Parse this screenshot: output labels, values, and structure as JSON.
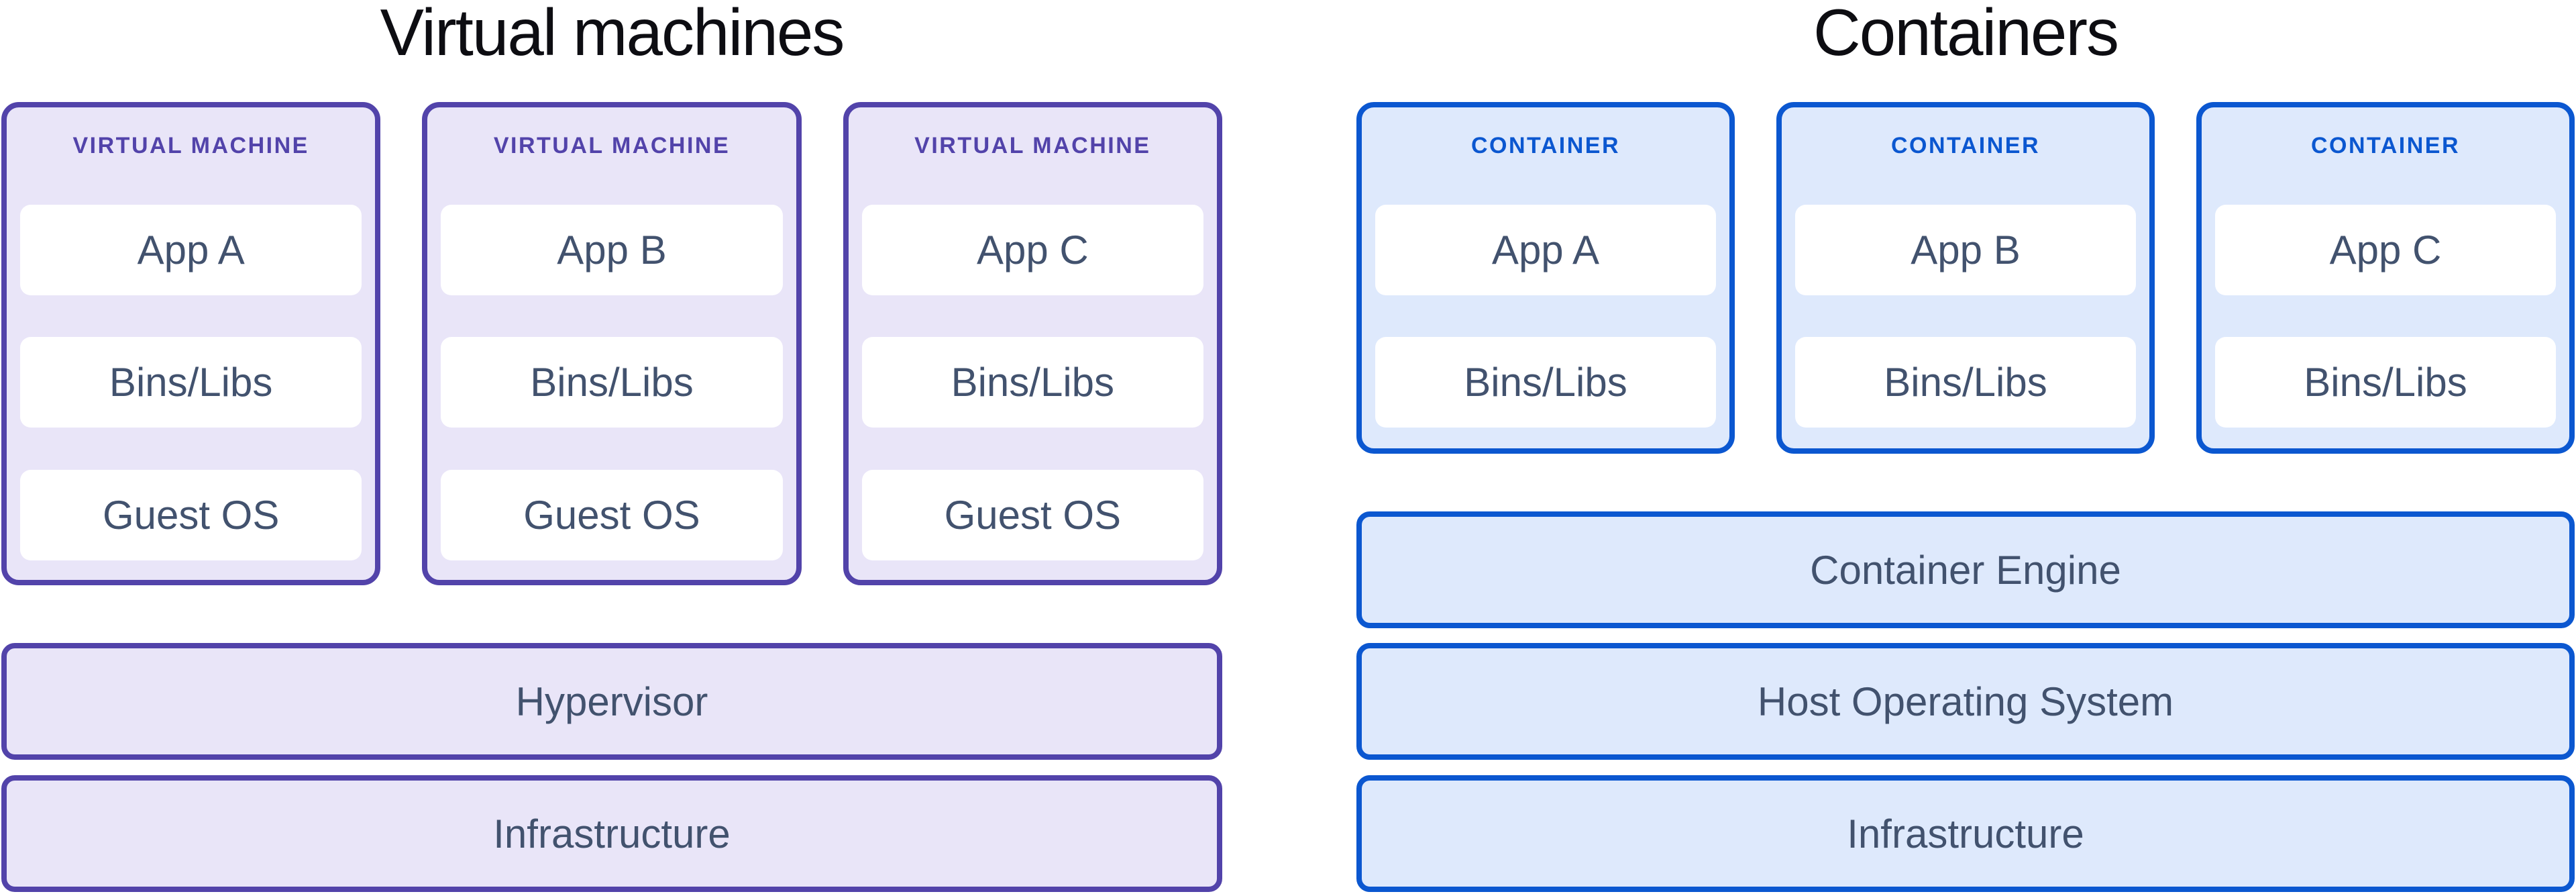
{
  "colors": {
    "purple_border": "#5243AA",
    "purple_fill": "#E9E5F8",
    "purple_text": "#5243AA",
    "blue_border": "#0B57D0",
    "blue_fill": "#DEE9FC",
    "blue_text": "#0B57D0",
    "layer_text": "#42526E",
    "title_text": "#0D0D12",
    "box_white": "#FFFFFF",
    "page_bg": "#FFFFFF"
  },
  "virtual_machines": {
    "title": "Virtual machines",
    "cards": [
      {
        "header": "VIRTUAL MACHINE",
        "layers": [
          "App A",
          "Bins/Libs",
          "Guest OS"
        ]
      },
      {
        "header": "VIRTUAL MACHINE",
        "layers": [
          "App B",
          "Bins/Libs",
          "Guest OS"
        ]
      },
      {
        "header": "VIRTUAL MACHINE",
        "layers": [
          "App C",
          "Bins/Libs",
          "Guest OS"
        ]
      }
    ],
    "bars": [
      "Hypervisor",
      "Infrastructure"
    ]
  },
  "containers": {
    "title": "Containers",
    "cards": [
      {
        "header": "CONTAINER",
        "layers": [
          "App A",
          "Bins/Libs"
        ]
      },
      {
        "header": "CONTAINER",
        "layers": [
          "App B",
          "Bins/Libs"
        ]
      },
      {
        "header": "CONTAINER",
        "layers": [
          "App C",
          "Bins/Libs"
        ]
      }
    ],
    "bars": [
      "Container Engine",
      "Host Operating System",
      "Infrastructure"
    ]
  }
}
